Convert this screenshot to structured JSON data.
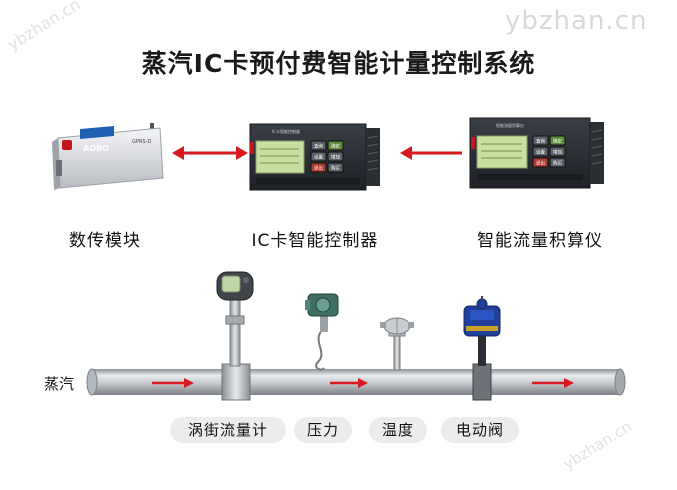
{
  "watermarks": {
    "top": "ybzhan.cn",
    "left": "ybzhan.cn",
    "right": "ybzhan.cn"
  },
  "title": "蒸汽IC卡预付费智能计量控制系统",
  "devices": {
    "modem": {
      "label": "数传模块",
      "brand": "AOBO",
      "model": "GPRS-D"
    },
    "ic_controller": {
      "label": "IC卡智能控制器",
      "panel_title": "IC卡智能控制器",
      "buttons": [
        "查询",
        "确定",
        "设置",
        "增加",
        "退出",
        "购买"
      ]
    },
    "flow_totalizer": {
      "label": "智能流量积算仪",
      "panel_title": "智能流量积算仪",
      "buttons": [
        "查询",
        "确定",
        "设置",
        "增加",
        "退出",
        "购买"
      ]
    }
  },
  "pipeline": {
    "medium_label": "蒸汽",
    "instruments": [
      {
        "label": "涡街流量计"
      },
      {
        "label": "压力"
      },
      {
        "label": "温度"
      },
      {
        "label": "电动阀"
      }
    ]
  },
  "colors": {
    "arrow": "#d71920",
    "pipe": "#c4c8cc",
    "device_body": "#2a2d33",
    "lcd": "#c7e0a0"
  }
}
